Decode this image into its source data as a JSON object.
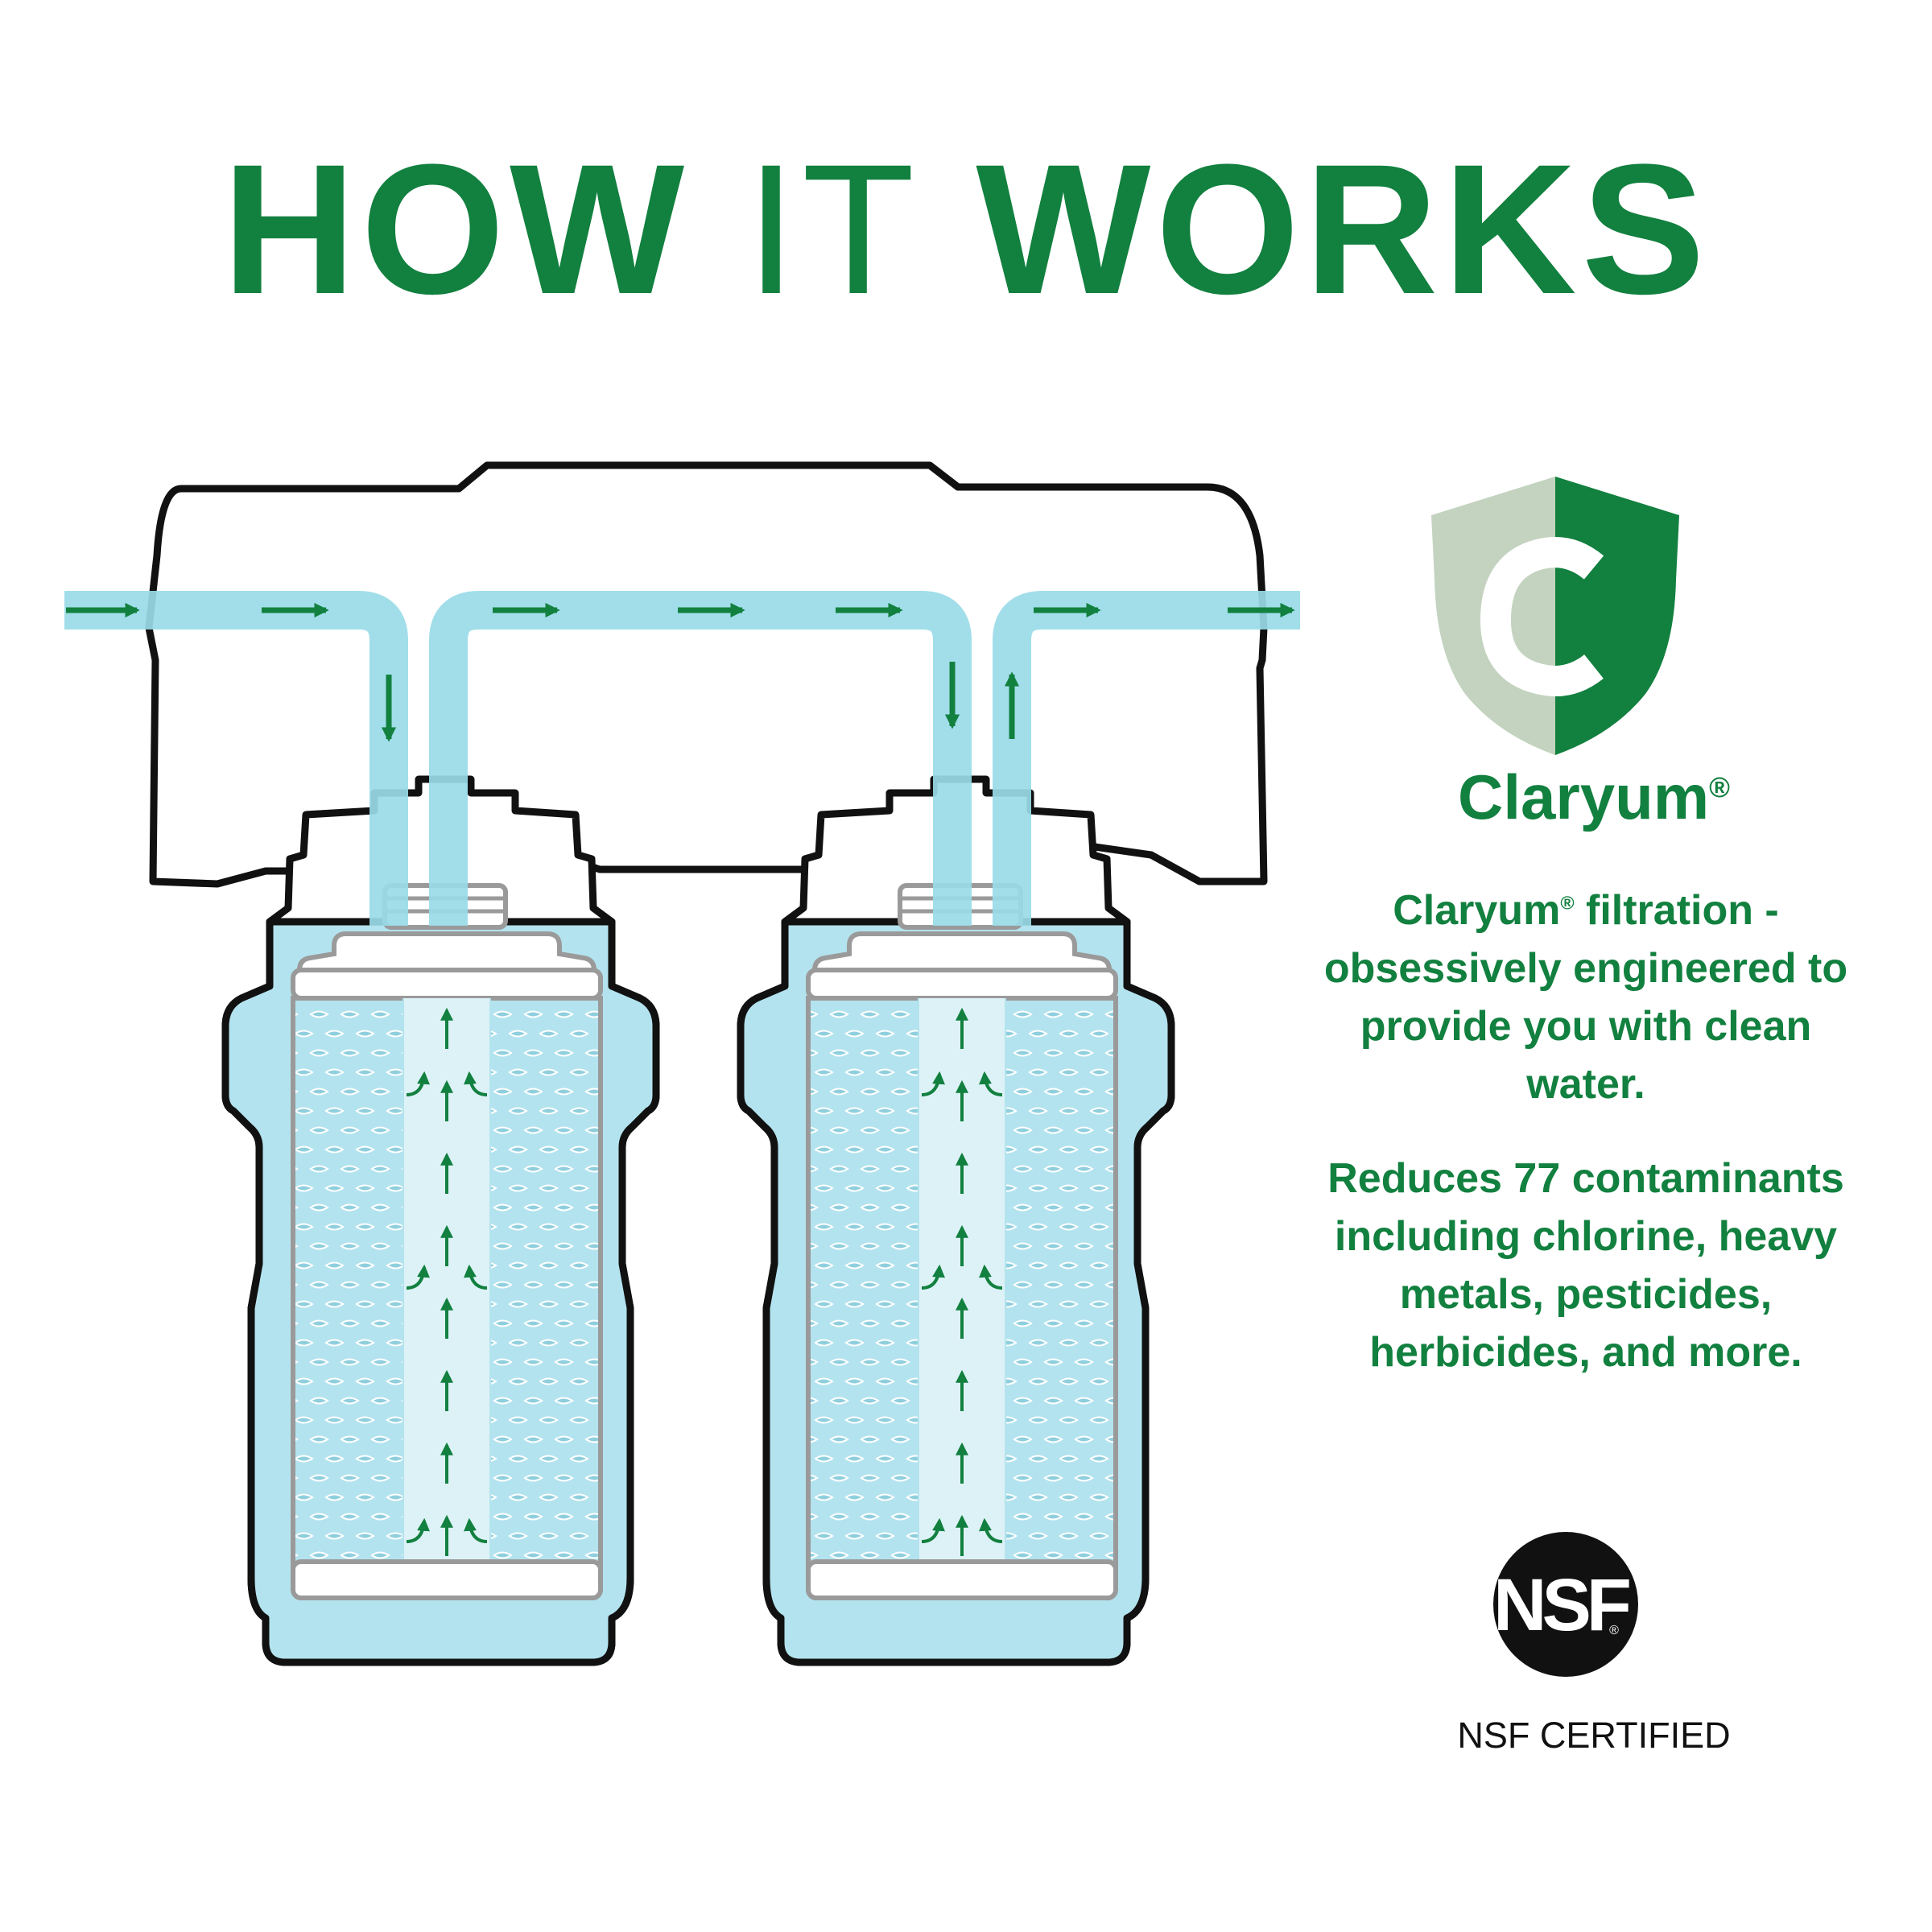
{
  "title": {
    "bold_1": "HOW",
    "thin": "IT",
    "bold_2": "WORKS"
  },
  "brand": {
    "name": "Claryum",
    "reg": "®",
    "logo_letter": "C"
  },
  "description": {
    "p1_lead": "Claryum",
    "p1_reg": "®",
    "p1_rest": " filtration - obsessively engineered to provide you with clean water.",
    "p2": "Reduces 77 contaminants including chlorine, heavy metals, pesticides, herbicides, and more."
  },
  "certification": {
    "badge_text": "NSF",
    "badge_reg": "®",
    "label": "NSF CERTIFIED"
  },
  "colors": {
    "green": "#12803f",
    "water": "#b3e3ee",
    "pipe": "#99dbe8",
    "shield_light": "#c3d3bf",
    "outline": "#111111",
    "cartridge": "#9a9a9a"
  },
  "icons": [
    "flow-arrow-icon",
    "shield-logo-icon",
    "nsf-badge-icon"
  ]
}
